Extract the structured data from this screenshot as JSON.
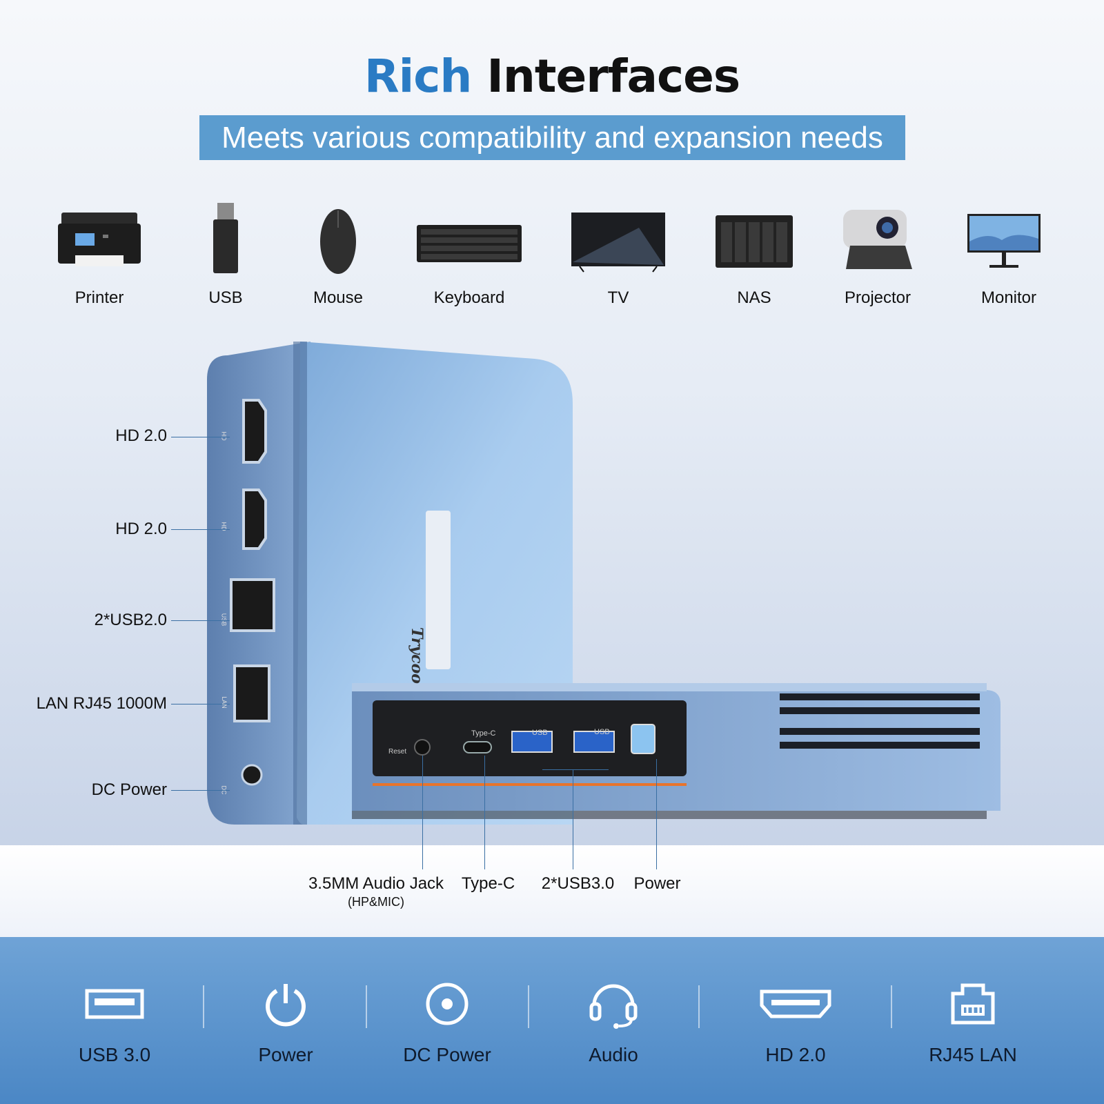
{
  "header": {
    "title_accent": "Rich",
    "title_rest": "Interfaces",
    "subtitle": "Meets various compatibility and expansion needs"
  },
  "devices": [
    {
      "label": "Printer",
      "icon": "printer-icon"
    },
    {
      "label": "USB",
      "icon": "usb-stick-icon"
    },
    {
      "label": "Mouse",
      "icon": "mouse-icon"
    },
    {
      "label": "Keyboard",
      "icon": "keyboard-icon"
    },
    {
      "label": "TV",
      "icon": "tv-icon"
    },
    {
      "label": "NAS",
      "icon": "nas-icon"
    },
    {
      "label": "Projector",
      "icon": "projector-icon"
    },
    {
      "label": "Monitor",
      "icon": "monitor-icon"
    }
  ],
  "side_ports": [
    "HD 2.0",
    "HD 2.0",
    "2*USB2.0",
    "LAN RJ45 1000M",
    "DC Power"
  ],
  "side_port_marks": [
    "HD",
    "HD",
    "USB",
    "LAN",
    "DC"
  ],
  "front_panel": {
    "reset": "Reset",
    "typec": "Type-C",
    "usb1": "USB",
    "usb2": "USB",
    "brand": "Trycoo"
  },
  "front_ports": {
    "audio": "3.5MM Audio Jack",
    "audio_note": "(HP&MIC)",
    "typec": "Type-C",
    "usb": "2*USB3.0",
    "power": "Power"
  },
  "features": [
    {
      "label": "USB 3.0",
      "icon": "usb-port-icon"
    },
    {
      "label": "Power",
      "icon": "power-icon"
    },
    {
      "label": "DC Power",
      "icon": "dc-power-icon"
    },
    {
      "label": "Audio",
      "icon": "headset-icon"
    },
    {
      "label": "HD 2.0",
      "icon": "hdmi-icon"
    },
    {
      "label": "RJ45 LAN",
      "icon": "ethernet-icon"
    }
  ],
  "colors": {
    "accent": "#2a7bc4",
    "subtitle_bg": "#5b9ccf",
    "case": "#8fb8e0",
    "strip": "#5a93cc",
    "orange": "#e8742b"
  }
}
